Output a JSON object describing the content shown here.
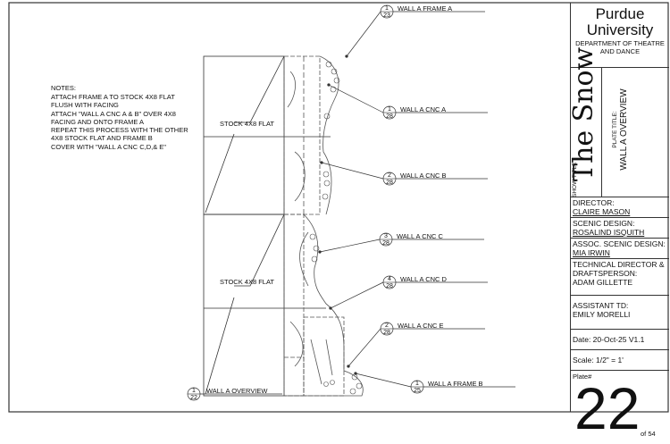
{
  "notes": {
    "title": "NOTES:",
    "lines": [
      "ATTACH FRAME A TO STOCK 4X8 FLAT",
      "FLUSH WITH FACING",
      "ATTACH \"WALL A CNC A & B\" OVER 4X8",
      "FACING AND ONTO FRAME A",
      "REPEAT THIS PROCESS WITH THE OTHER",
      "4X8 STOCK FLAT AND FRAME B",
      "COVER WITH \"WALL A CNC C,D,& E\""
    ]
  },
  "flat_labels": [
    "STOCK 4X8 FLAT",
    "STOCK 4X8 FLAT"
  ],
  "callouts": [
    {
      "num": "1",
      "sheet": "23",
      "label": "WALL A FRAME A"
    },
    {
      "num": "1",
      "sheet": "28",
      "label": "WALL A CNC A"
    },
    {
      "num": "2",
      "sheet": "28",
      "label": "WALL A CNC B"
    },
    {
      "num": "3",
      "sheet": "28",
      "label": "WALL A CNC C"
    },
    {
      "num": "4",
      "sheet": "28",
      "label": "WALL A CNC D"
    },
    {
      "num": "2",
      "sheet": "28",
      "label": "WALL A CNC E"
    },
    {
      "num": "1",
      "sheet": "25",
      "label": "WALL A FRAME B"
    }
  ],
  "view_title": {
    "num": "1",
    "sheet": "22",
    "label": "WALL A OVERVIEW"
  },
  "title_block": {
    "school": "Purdue University",
    "dept": "DEPARTMENT OF THEATRE AND DANCE",
    "show_title_label": "SHOW TITLE",
    "show_title": "The Snow",
    "plate_title_label": "PLATE TITLE:",
    "plate_title": "WALL A OVERVIEW",
    "director_label": "DIRECTOR:",
    "director": "CLAIRE MASON",
    "scenic_label": "SCENIC DESIGN:",
    "scenic": "ROSALIND ISQUITH",
    "assoc_label": "ASSOC. SCENIC DESIGN:",
    "assoc": "MIA IRWIN",
    "td_label": "TECHNICAL DIRECTOR & DRAFTSPERSON:",
    "td": "ADAM GILLETTE",
    "atd_label": "ASSISTANT TD:",
    "atd": "EMILY MORELLI",
    "date": "Date:  20-Oct-25 V1.1",
    "scale": "Scale:  1/2\" = 1'",
    "plate_label": "Plate#",
    "plate_num": "22",
    "plate_of": "of 54"
  }
}
